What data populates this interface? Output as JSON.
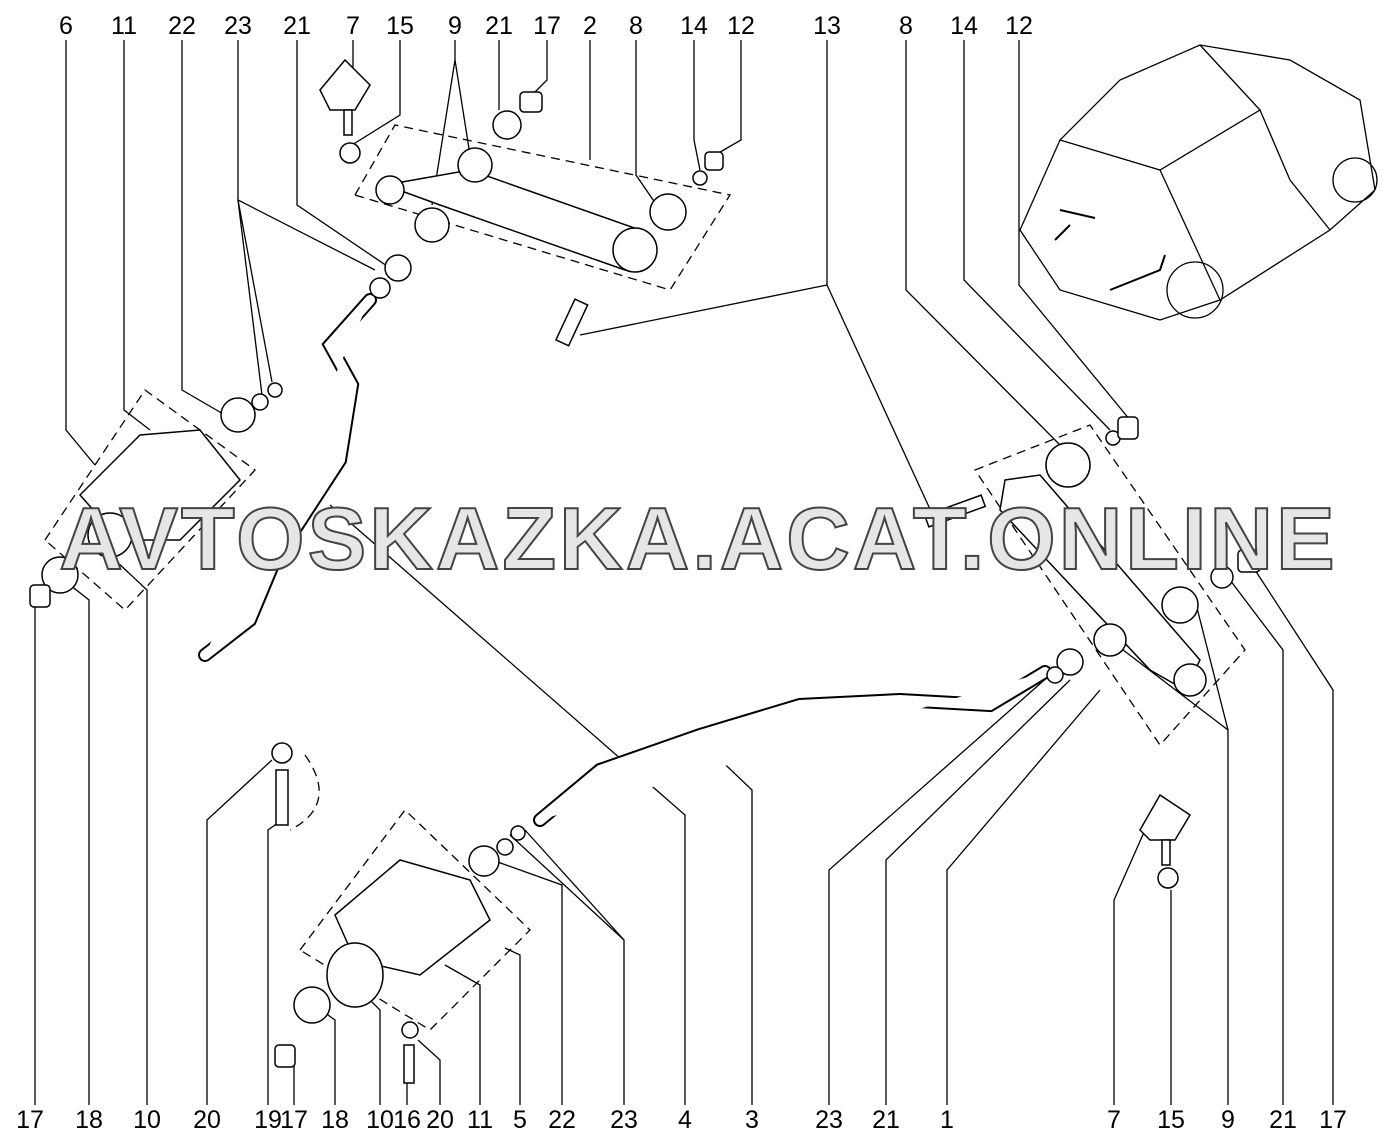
{
  "callouts_top": [
    "6",
    "11",
    "22",
    "23",
    "21",
    "7",
    "15",
    "9",
    "21",
    "17",
    "2",
    "8",
    "14",
    "12",
    "13",
    "8",
    "14",
    "12"
  ],
  "callouts_bottom": [
    "17",
    "18",
    "10",
    "20",
    "19",
    "17",
    "18",
    "10",
    "16",
    "20",
    "11",
    "5",
    "22",
    "23",
    "4",
    "3",
    "23",
    "21",
    "1",
    "7",
    "15",
    "9",
    "21",
    "17"
  ],
  "watermark": "AVTOSKAZKA.ACAT.ONLINE",
  "colors": {
    "line": "#000000",
    "watermark": "#444444"
  }
}
